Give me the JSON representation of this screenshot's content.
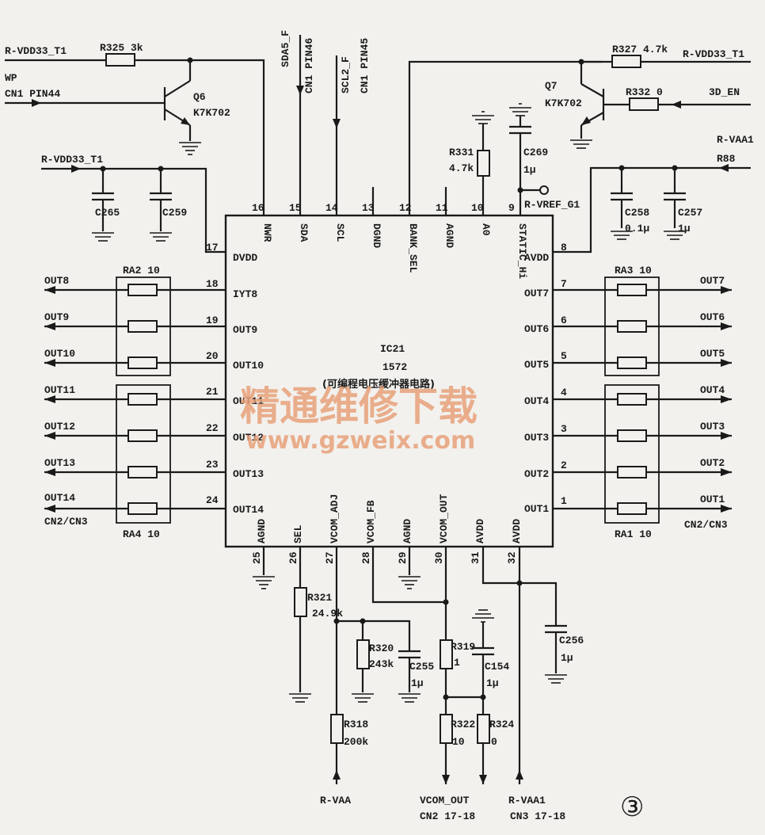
{
  "ic": {
    "name": "IC21",
    "part": "1572",
    "desc": "(可编程电压缓冲器电路)",
    "left_pins": [
      {
        "num": "17",
        "name": "DVDD"
      },
      {
        "num": "18",
        "name": "IYT8"
      },
      {
        "num": "19",
        "name": "OUT9"
      },
      {
        "num": "20",
        "name": "OUT10"
      },
      {
        "num": "21",
        "name": "OUT11"
      },
      {
        "num": "22",
        "name": "OUT12"
      },
      {
        "num": "23",
        "name": "OUT13"
      },
      {
        "num": "24",
        "name": "OUT14"
      }
    ],
    "right_pins": [
      {
        "num": "8",
        "name": "AVDD"
      },
      {
        "num": "7",
        "name": "OUT7"
      },
      {
        "num": "6",
        "name": "OUT6"
      },
      {
        "num": "5",
        "name": "OUT5"
      },
      {
        "num": "4",
        "name": "OUT4"
      },
      {
        "num": "3",
        "name": "OUT3"
      },
      {
        "num": "2",
        "name": "OUT2"
      },
      {
        "num": "1",
        "name": "OUT1"
      }
    ],
    "top_pins": [
      {
        "num": "16",
        "name": "NWR"
      },
      {
        "num": "15",
        "name": "SDA"
      },
      {
        "num": "14",
        "name": "SCL"
      },
      {
        "num": "13",
        "name": "DGND"
      },
      {
        "num": "12",
        "name": "BANK_SEL"
      },
      {
        "num": "11",
        "name": "AGND"
      },
      {
        "num": "10",
        "name": "A0"
      },
      {
        "num": "9",
        "name": "STATIC_Hi"
      }
    ],
    "bottom_pins": [
      {
        "num": "25",
        "name": "AGND"
      },
      {
        "num": "26",
        "name": "SEL"
      },
      {
        "num": "27",
        "name": "VCOM_ADJ"
      },
      {
        "num": "28",
        "name": "VCOM_FB"
      },
      {
        "num": "29",
        "name": "AGND"
      },
      {
        "num": "30",
        "name": "VCOM_OUT"
      },
      {
        "num": "31",
        "name": "AVDD"
      },
      {
        "num": "32",
        "name": "AVDD"
      }
    ]
  },
  "nets": {
    "rvdd33_top": "R-VDD33_T1",
    "wp": "WP",
    "cn1_pin44": "CN1 PIN44",
    "rvdd33_mid": "R-VDD33_T1",
    "sda": "SDA5_F",
    "sda_pin": "CN1 PIN46",
    "scl": "SCL2_F",
    "scl_pin": "CN1 PIN45",
    "rvdd33_right": "R-VDD33_T1",
    "en3d": "3D_EN",
    "rvaa1_top": "R-VAA1",
    "r88": "R88",
    "vref": "R-VREF_G1",
    "left_outs": [
      "OUT8",
      "OUT9",
      "OUT10",
      "OUT11",
      "OUT12",
      "OUT13",
      "OUT14"
    ],
    "cn_left": "CN2/CN3",
    "right_outs": [
      "OUT7",
      "OUT6",
      "OUT5",
      "OUT4",
      "OUT3",
      "OUT2",
      "OUT1"
    ],
    "cn_right": "CN2/CN3",
    "rvaa_bottom": "R-VAA",
    "vcom_out": "VCOM_OUT",
    "cn2_1718": "CN2 17-18",
    "rvaa1_bottom": "R-VAA1",
    "cn3_1718": "CN3 17-18"
  },
  "parts": {
    "r325": "R325 3k",
    "q6": "Q6",
    "q6_type": "K7K702",
    "c265": "C265",
    "c259": "C259",
    "r327": "R327 4.7k",
    "q7": "Q7",
    "q7_type": "K7K702",
    "r332": "R332 0",
    "r331": "R331",
    "r331_val": "4.7k",
    "c269": "C269",
    "c269_val": "1μ",
    "c258": "C258",
    "c258_val": "0.1μ",
    "c257": "C257",
    "c257_val": "1μ",
    "ra2": "RA2 10",
    "ra4": "RA4 10",
    "ra3": "RA3 10",
    "ra1": "RA1 10",
    "r321": "R321",
    "r321_val": "24.9k",
    "r320": "R320",
    "r320_val": "243k",
    "c255": "C255",
    "c255_val": "1μ",
    "r319": "R319",
    "r319_val": "1",
    "c154": "C154",
    "c154_val": "1μ",
    "c256": "C256",
    "c256_val": "1μ",
    "r318": "R318",
    "r318_val": "200k",
    "r322": "R322",
    "r322_val": "10",
    "r324": "R324",
    "r324_val": "0"
  },
  "watermark": {
    "title": "精通维修下载",
    "url": "www.gzweix.com"
  },
  "figure_mark": "③"
}
